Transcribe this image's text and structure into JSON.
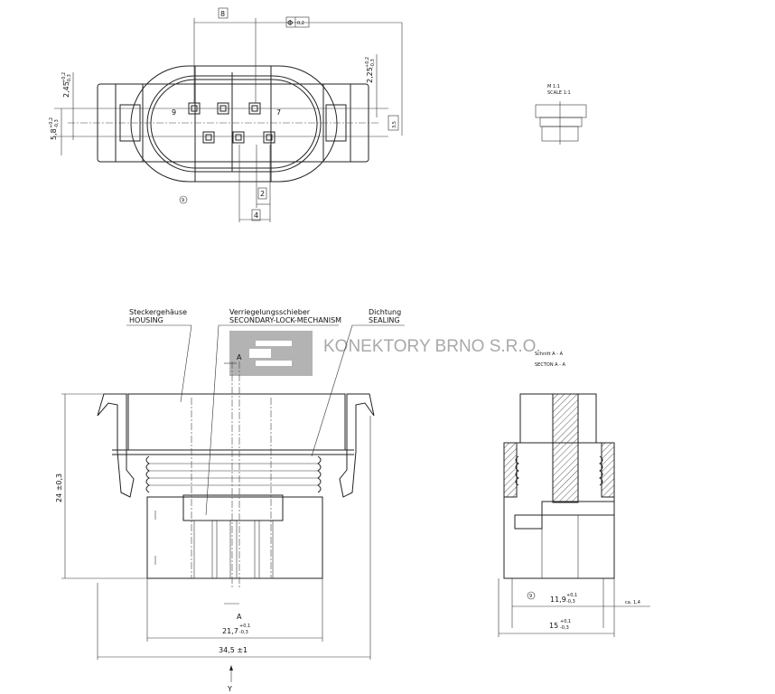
{
  "top_view": {
    "dim_pitch_8": "8",
    "position_tolerance": "Φ",
    "position_tolerance_value": "0,2",
    "dim_2_45": "2,45",
    "dim_2_45_tol_upper": "+0,2",
    "dim_2_45_tol_lower": "-0,3",
    "dim_5_8": "5,8",
    "dim_5_8_tol_upper": "+0,2",
    "dim_5_8_tol_lower": "-0,3",
    "dim_2_25": "2,25",
    "dim_2_25_tol_upper": "+0,2",
    "dim_2_25_tol_lower": "-0,3",
    "dim_3_5": "3,5",
    "dim_2": "2",
    "dim_4": "4",
    "pin_label_left": "9",
    "pin_label_right": "7",
    "marker": "9"
  },
  "scale_view": {
    "line1": "M 1:1",
    "line2": "SCALE 1:1"
  },
  "labels": {
    "housing_de": "Steckergehäuse",
    "housing_en": "HOUSING",
    "lock_de": "Verriegelungsschieber",
    "lock_en": "SECONDARY-LOCK-MECHANISM",
    "seal_de": "Dichtung",
    "seal_en": "SEALING"
  },
  "watermark": "KONEKTORY BRNO S.R.O.",
  "front_view": {
    "section_mark_top": "A",
    "section_mark_bottom": "A",
    "dim_height": "24 ±0,3",
    "dim_21_7": "21,7",
    "dim_21_7_tol_upper": "+0,1",
    "dim_21_7_tol_lower": "-0,3",
    "dim_34_5": "34,5 ±1",
    "view_y": "Y"
  },
  "section_view": {
    "title_de": "Schnitt A - A",
    "title_en": "SECTON A - A",
    "marker": "9",
    "dim_11_9": "11,9",
    "dim_11_9_tol_upper": "+0,1",
    "dim_11_9_tol_lower": "-0,3",
    "dim_ca": "ca. 1,4",
    "dim_15": "15",
    "dim_15_tol_upper": "+0,1",
    "dim_15_tol_lower": "-0,3"
  }
}
